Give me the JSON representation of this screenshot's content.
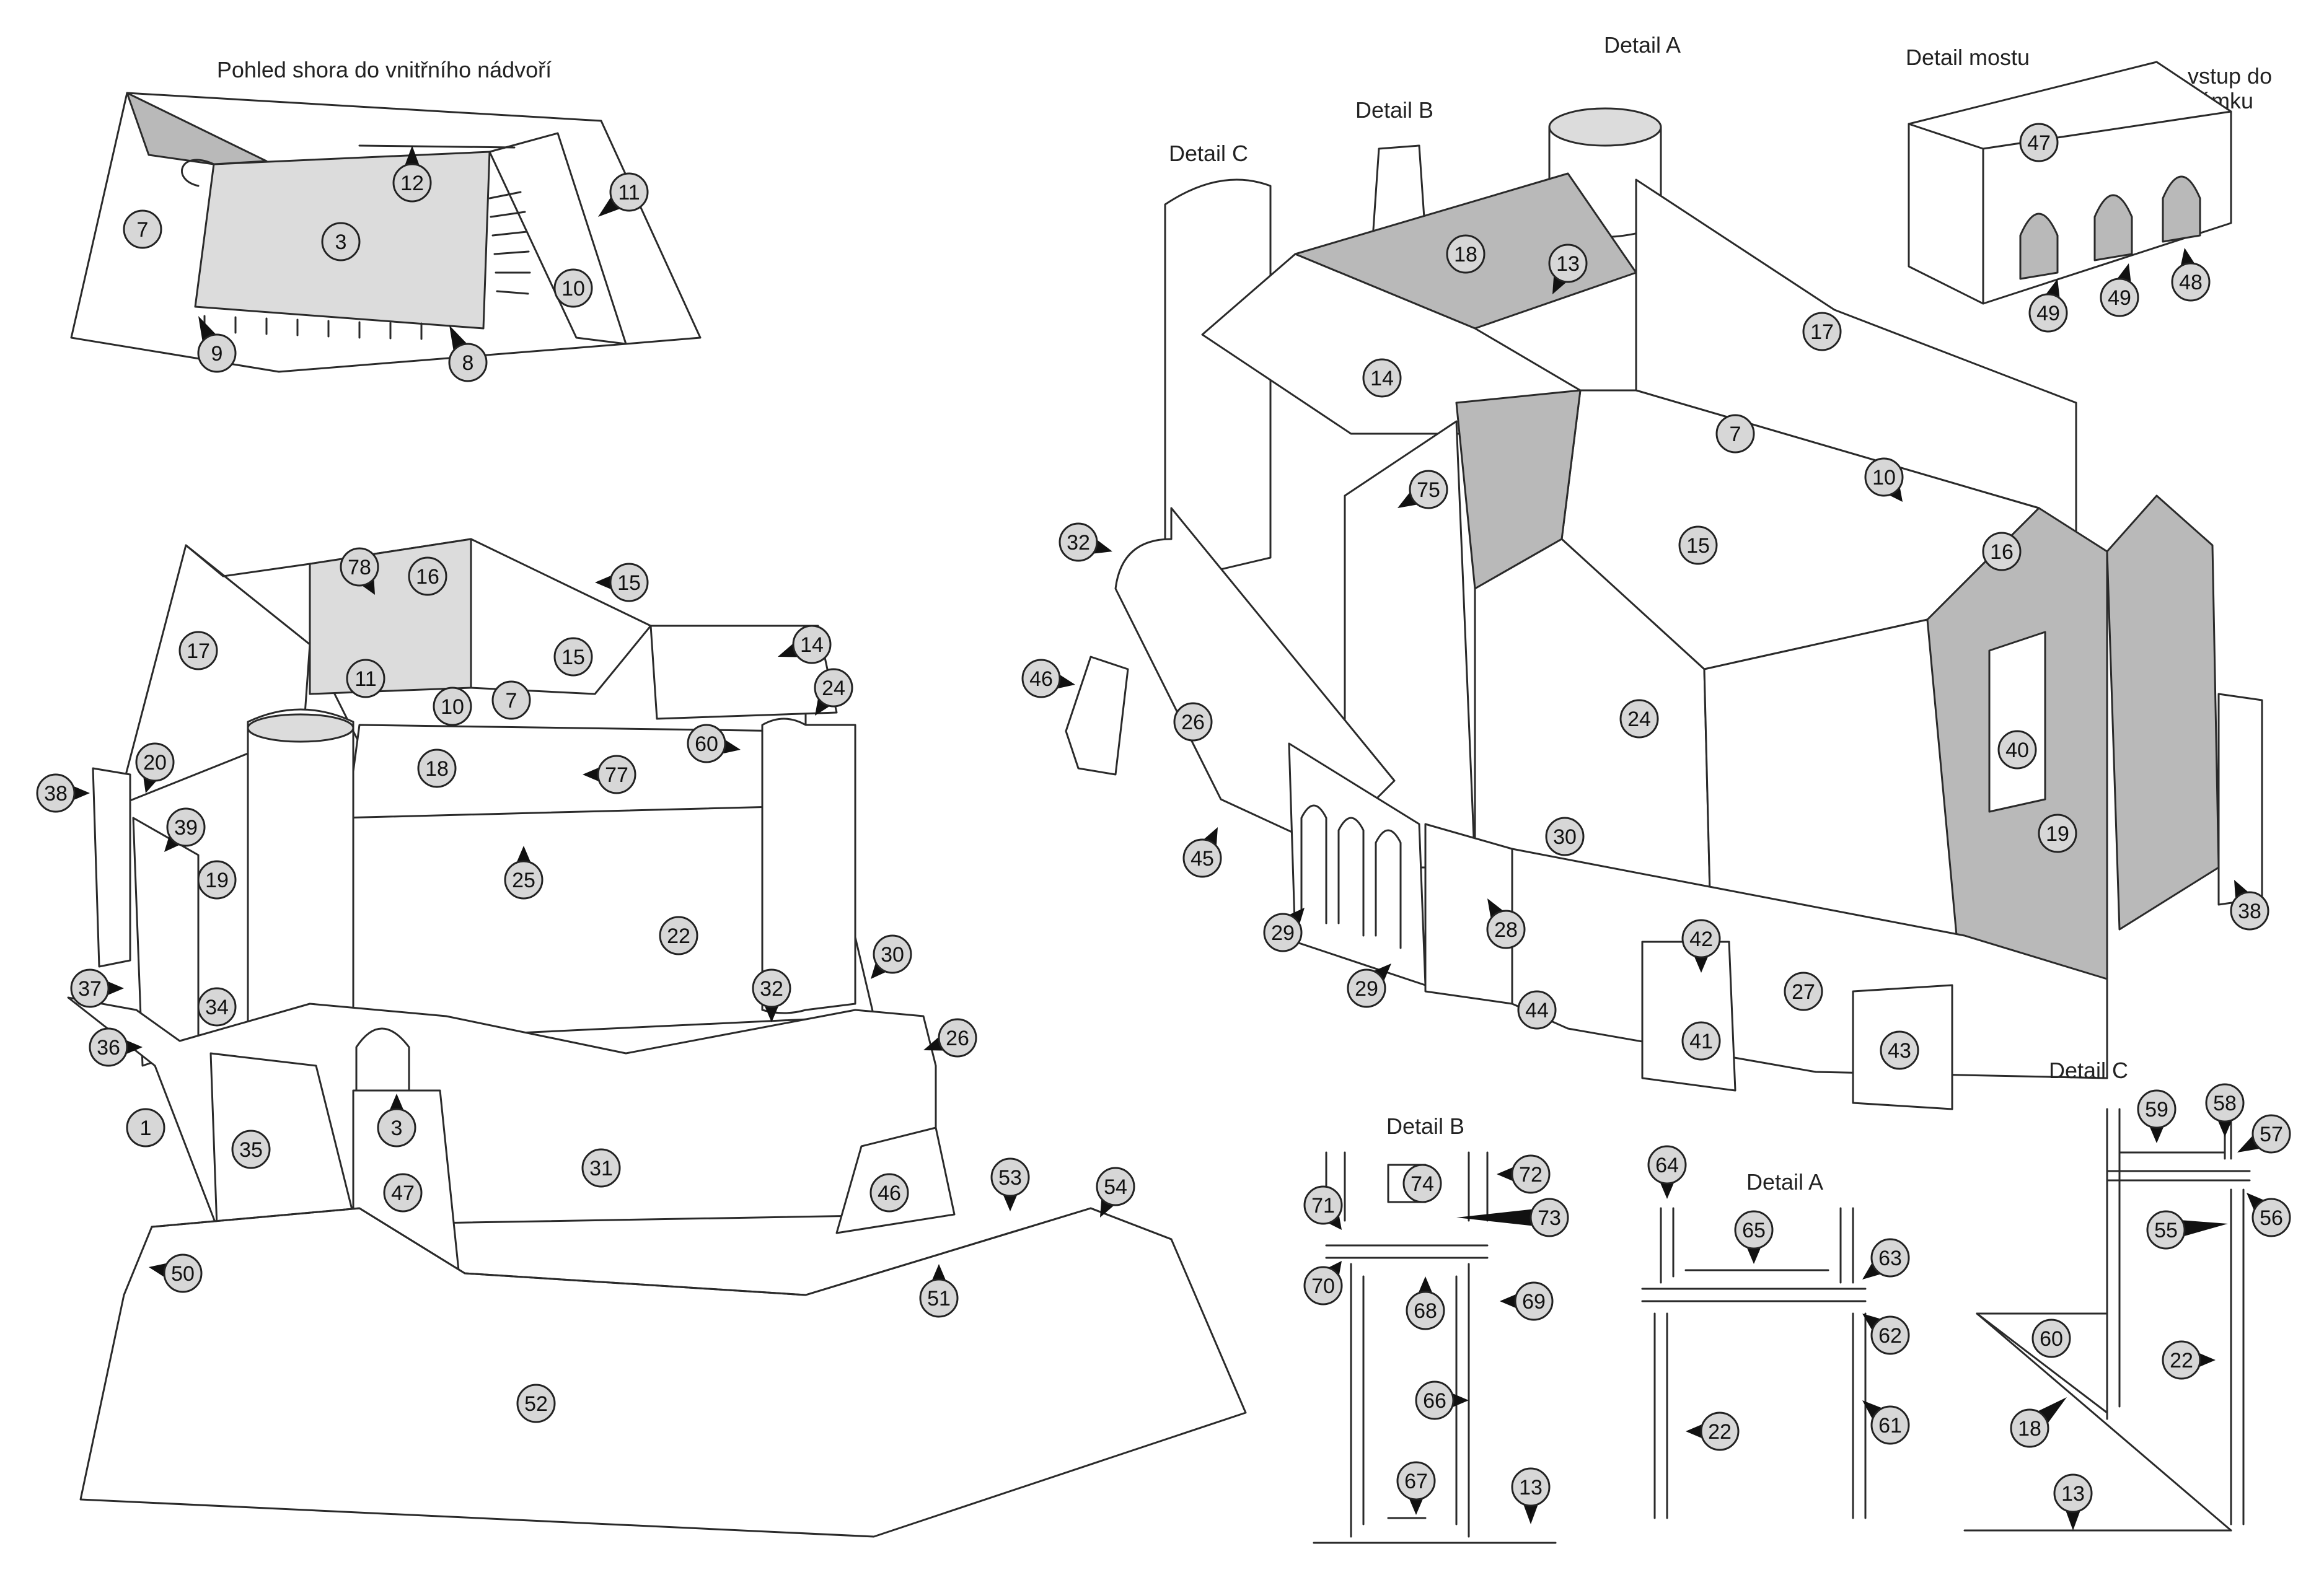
{
  "titles": {
    "top_view": "Pohled shora do vnitřního nádvoří",
    "detail_a_top": "Detail A",
    "detail_b_top": "Detail B",
    "detail_c_top": "Detail C",
    "detail_bridge": "Detail mostu",
    "entrance_line1": "vstup do",
    "entrance_line2": "zámku",
    "detail_b_bottom": "Detail B",
    "detail_a_bottom": "Detail A",
    "detail_c_bottom": "Detail C"
  },
  "colors": {
    "marker_fill": "#d7d7d7",
    "shade": "#b9b9b9",
    "line": "#2a2a2a"
  },
  "markers": [
    {
      "id": "tv-7",
      "label": "7"
    },
    {
      "id": "tv-3",
      "label": "3"
    },
    {
      "id": "tv-12",
      "label": "12"
    },
    {
      "id": "tv-11",
      "label": "11"
    },
    {
      "id": "tv-10",
      "label": "10"
    },
    {
      "id": "tv-9",
      "label": "9"
    },
    {
      "id": "tv-8",
      "label": "8"
    },
    {
      "id": "l-78",
      "label": "78"
    },
    {
      "id": "l-16",
      "label": "16"
    },
    {
      "id": "l-15a",
      "label": "15"
    },
    {
      "id": "l-17",
      "label": "17"
    },
    {
      "id": "l-15b",
      "label": "15"
    },
    {
      "id": "l-14",
      "label": "14"
    },
    {
      "id": "l-11",
      "label": "11"
    },
    {
      "id": "l-10",
      "label": "10"
    },
    {
      "id": "l-7",
      "label": "7"
    },
    {
      "id": "l-24",
      "label": "24"
    },
    {
      "id": "l-60",
      "label": "60"
    },
    {
      "id": "l-18",
      "label": "18"
    },
    {
      "id": "l-77",
      "label": "77"
    },
    {
      "id": "l-38",
      "label": "38"
    },
    {
      "id": "l-20",
      "label": "20"
    },
    {
      "id": "l-39",
      "label": "39"
    },
    {
      "id": "l-19",
      "label": "19"
    },
    {
      "id": "l-25",
      "label": "25"
    },
    {
      "id": "l-22",
      "label": "22"
    },
    {
      "id": "l-30",
      "label": "30"
    },
    {
      "id": "l-37",
      "label": "37"
    },
    {
      "id": "l-32",
      "label": "32"
    },
    {
      "id": "l-34",
      "label": "34"
    },
    {
      "id": "l-26",
      "label": "26"
    },
    {
      "id": "l-36",
      "label": "36"
    },
    {
      "id": "l-3",
      "label": "3"
    },
    {
      "id": "l-1",
      "label": "1"
    },
    {
      "id": "l-35",
      "label": "35"
    },
    {
      "id": "l-31",
      "label": "31"
    },
    {
      "id": "l-47",
      "label": "47"
    },
    {
      "id": "l-46",
      "label": "46"
    },
    {
      "id": "l-53",
      "label": "53"
    },
    {
      "id": "l-54",
      "label": "54"
    },
    {
      "id": "l-50",
      "label": "50"
    },
    {
      "id": "l-51",
      "label": "51"
    },
    {
      "id": "l-52",
      "label": "52"
    },
    {
      "id": "r-18",
      "label": "18"
    },
    {
      "id": "r-13",
      "label": "13"
    },
    {
      "id": "r-17",
      "label": "17"
    },
    {
      "id": "r-14",
      "label": "14"
    },
    {
      "id": "r-7",
      "label": "7"
    },
    {
      "id": "r-75",
      "label": "75"
    },
    {
      "id": "r-10",
      "label": "10"
    },
    {
      "id": "r-32",
      "label": "32"
    },
    {
      "id": "r-15",
      "label": "15"
    },
    {
      "id": "r-16",
      "label": "16"
    },
    {
      "id": "r-46",
      "label": "46"
    },
    {
      "id": "r-26",
      "label": "26"
    },
    {
      "id": "r-24",
      "label": "24"
    },
    {
      "id": "r-40",
      "label": "40"
    },
    {
      "id": "r-30",
      "label": "30"
    },
    {
      "id": "r-19",
      "label": "19"
    },
    {
      "id": "r-45",
      "label": "45"
    },
    {
      "id": "r-28",
      "label": "28"
    },
    {
      "id": "r-42",
      "label": "42"
    },
    {
      "id": "r-38",
      "label": "38"
    },
    {
      "id": "r-29a",
      "label": "29"
    },
    {
      "id": "r-29b",
      "label": "29"
    },
    {
      "id": "r-27",
      "label": "27"
    },
    {
      "id": "r-44",
      "label": "44"
    },
    {
      "id": "r-41",
      "label": "41"
    },
    {
      "id": "r-43",
      "label": "43"
    },
    {
      "id": "br-47",
      "label": "47"
    },
    {
      "id": "br-49a",
      "label": "49"
    },
    {
      "id": "br-49b",
      "label": "49"
    },
    {
      "id": "br-48",
      "label": "48"
    },
    {
      "id": "db-74",
      "label": "74"
    },
    {
      "id": "db-72",
      "label": "72"
    },
    {
      "id": "db-71",
      "label": "71"
    },
    {
      "id": "db-73",
      "label": "73"
    },
    {
      "id": "db-70",
      "label": "70"
    },
    {
      "id": "db-68",
      "label": "68"
    },
    {
      "id": "db-69",
      "label": "69"
    },
    {
      "id": "db-66",
      "label": "66"
    },
    {
      "id": "db-67",
      "label": "67"
    },
    {
      "id": "db-13",
      "label": "13"
    },
    {
      "id": "da-64",
      "label": "64"
    },
    {
      "id": "da-65",
      "label": "65"
    },
    {
      "id": "da-63",
      "label": "63"
    },
    {
      "id": "da-62",
      "label": "62"
    },
    {
      "id": "da-22",
      "label": "22"
    },
    {
      "id": "da-61",
      "label": "61"
    },
    {
      "id": "dc-58",
      "label": "58"
    },
    {
      "id": "dc-59",
      "label": "59"
    },
    {
      "id": "dc-57",
      "label": "57"
    },
    {
      "id": "dc-56",
      "label": "56"
    },
    {
      "id": "dc-55",
      "label": "55"
    },
    {
      "id": "dc-60",
      "label": "60"
    },
    {
      "id": "dc-22",
      "label": "22"
    },
    {
      "id": "dc-18",
      "label": "18"
    },
    {
      "id": "dc-13",
      "label": "13"
    }
  ]
}
